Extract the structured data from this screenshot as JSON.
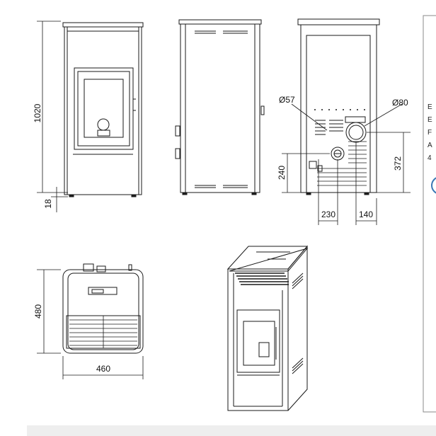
{
  "dimensions": {
    "height_total": "1020",
    "foot_height": "18",
    "flue_diameter_left": "Ø57",
    "flue_diameter_right": "Ø80",
    "inlet_height": "240",
    "outlet_height": "372",
    "inlet_offset": "230",
    "outlet_offset": "140",
    "depth": "480",
    "width": "460"
  },
  "side_panel": {
    "line_initials": [
      "E",
      "E",
      "F",
      "A",
      "4"
    ]
  },
  "colors": {
    "line": "#1a1a1a",
    "panel_border": "#8a8a8a",
    "footer_bar": "#eeeeee",
    "accent_circle": "#3a78b5"
  }
}
